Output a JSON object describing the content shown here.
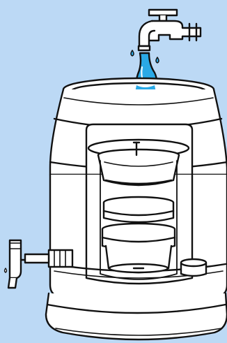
{
  "diagram": {
    "background_color": "#bcd9f5",
    "outline_color": "#111111",
    "body_fill": "#ffffff",
    "water_color": "#2aa9e6",
    "components": [
      {
        "name": "tap-icon"
      },
      {
        "name": "water-stream"
      },
      {
        "name": "purifier-lid"
      },
      {
        "name": "upper-container"
      },
      {
        "name": "filter-basket"
      },
      {
        "name": "candle-cartridge"
      },
      {
        "name": "lower-storage-tank"
      },
      {
        "name": "dispensing-faucet-icon"
      },
      {
        "name": "spare-cap"
      },
      {
        "name": "base-stand"
      }
    ]
  }
}
